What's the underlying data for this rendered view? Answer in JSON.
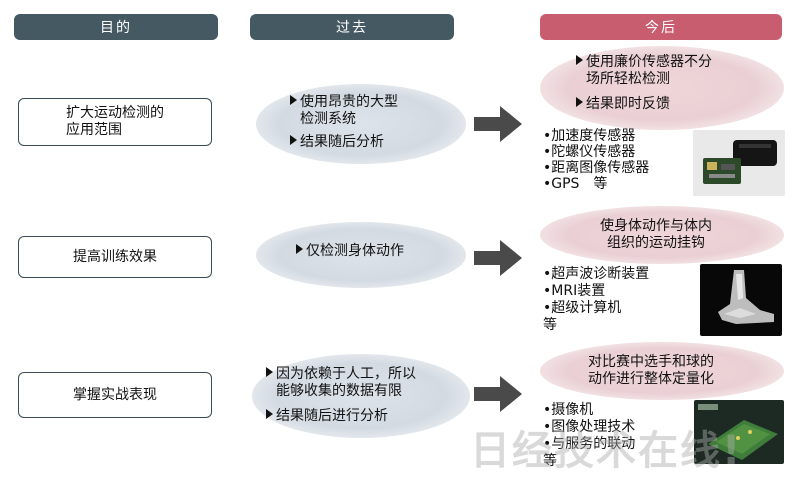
{
  "headers": {
    "goal": "目的",
    "past": "过去",
    "future": "今后"
  },
  "rows": [
    {
      "goal_lines": [
        "扩大运动检测的",
        "应用范围"
      ],
      "past": [
        {
          "lines": [
            "使用昂贵的大型",
            "检测系统"
          ]
        },
        {
          "lines": [
            "结果随后分析"
          ]
        }
      ],
      "future": [
        {
          "lines": [
            "使用廉价传感器不分",
            "场所轻松检测"
          ]
        },
        {
          "lines": [
            "结果即时反馈"
          ]
        }
      ],
      "tools": [
        "•加速度传感器",
        "•陀螺仪传感器",
        "•距离图像传感器",
        "•GPS　等"
      ]
    },
    {
      "goal_lines": [
        "提高训练效果"
      ],
      "past": [
        {
          "lines": [
            "仅检测身体动作"
          ]
        }
      ],
      "future": [
        {
          "lines": [
            "使身体动作与体内",
            "组织的运动挂钩"
          ]
        }
      ],
      "tools": [
        "•超声波诊断装置",
        "•MRI装置",
        "•超级计算机",
        "等"
      ]
    },
    {
      "goal_lines": [
        "掌握实战表现"
      ],
      "past": [
        {
          "lines": [
            "因为依赖于人工，所以",
            "能够收集的数据有限"
          ]
        },
        {
          "lines": [
            "结果随后进行分析"
          ]
        }
      ],
      "future": [
        {
          "lines": [
            "对比赛中选手和球的",
            "动作进行整体定量化"
          ]
        }
      ],
      "tools": [
        "•摄像机",
        "•图像处理技术",
        "•与服务的联动",
        "等"
      ]
    }
  ],
  "watermark": "日经技术在线!",
  "colors": {
    "header_dark": "#455963",
    "header_pink": "#c75d6e",
    "arrow": "#4a4a4a"
  }
}
